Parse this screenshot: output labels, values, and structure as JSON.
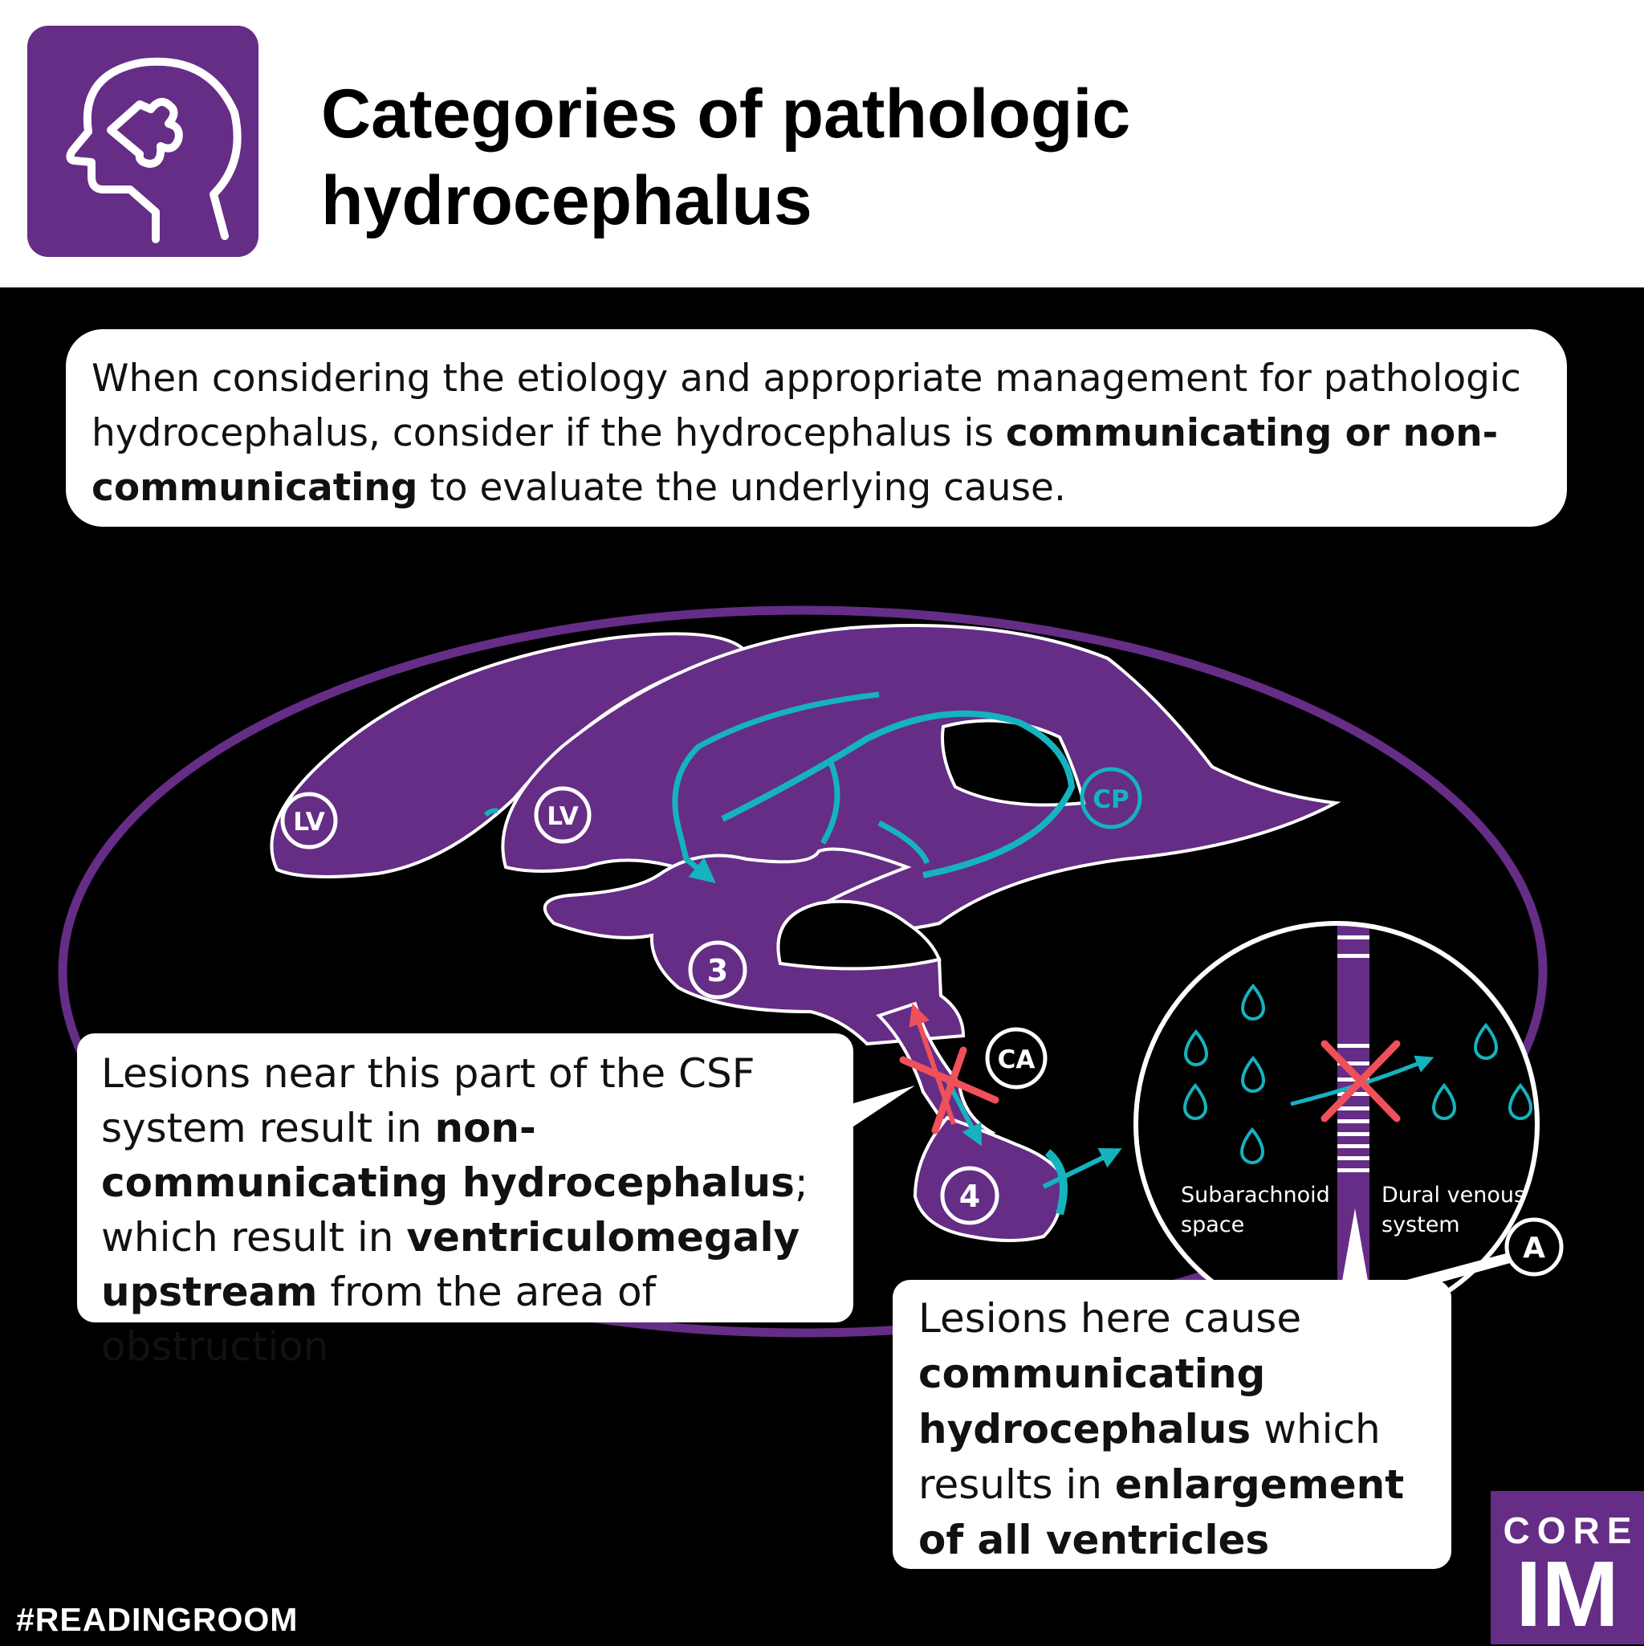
{
  "header": {
    "title": "Categories of pathologic hydrocephalus",
    "icon": "head-puzzle-icon"
  },
  "intro": {
    "part1": "When considering the etiology and appropriate management for pathologic hydrocephalus, consider if the hydrocephalus is ",
    "bold": "communicating or non-communicating",
    "part2": " to evaluate the underlying cause."
  },
  "diagram": {
    "labels": {
      "lv_left": "LV",
      "lv_right": "LV",
      "cp": "CP",
      "third": "3",
      "fourth": "4",
      "ca": "CA",
      "a": "A"
    },
    "inset": {
      "subarachnoid": [
        "Subarachnoid",
        "space"
      ],
      "dural": [
        "Dural venous",
        "system"
      ]
    },
    "colors": {
      "ventricle": "#652d86",
      "csf_flow": "#15b3be",
      "obstruction": "#f0505a"
    }
  },
  "left_note": {
    "t1": "Lesions near this part of the CSF system result in ",
    "b1": "non-communicating hydrocephalus",
    "t2": "; which result in ",
    "b2": "ventriculomegaly upstream",
    "t3": " from the area of obstruction"
  },
  "right_note": {
    "t1": "Lesions here cause ",
    "b1": "communicating hydrocephalus",
    "t2": " which results in ",
    "b2": "enlargement of all ventricles"
  },
  "footer": {
    "hashtag": "#READINGROOM",
    "brand_top": "CORE",
    "brand_bottom": "IM"
  }
}
